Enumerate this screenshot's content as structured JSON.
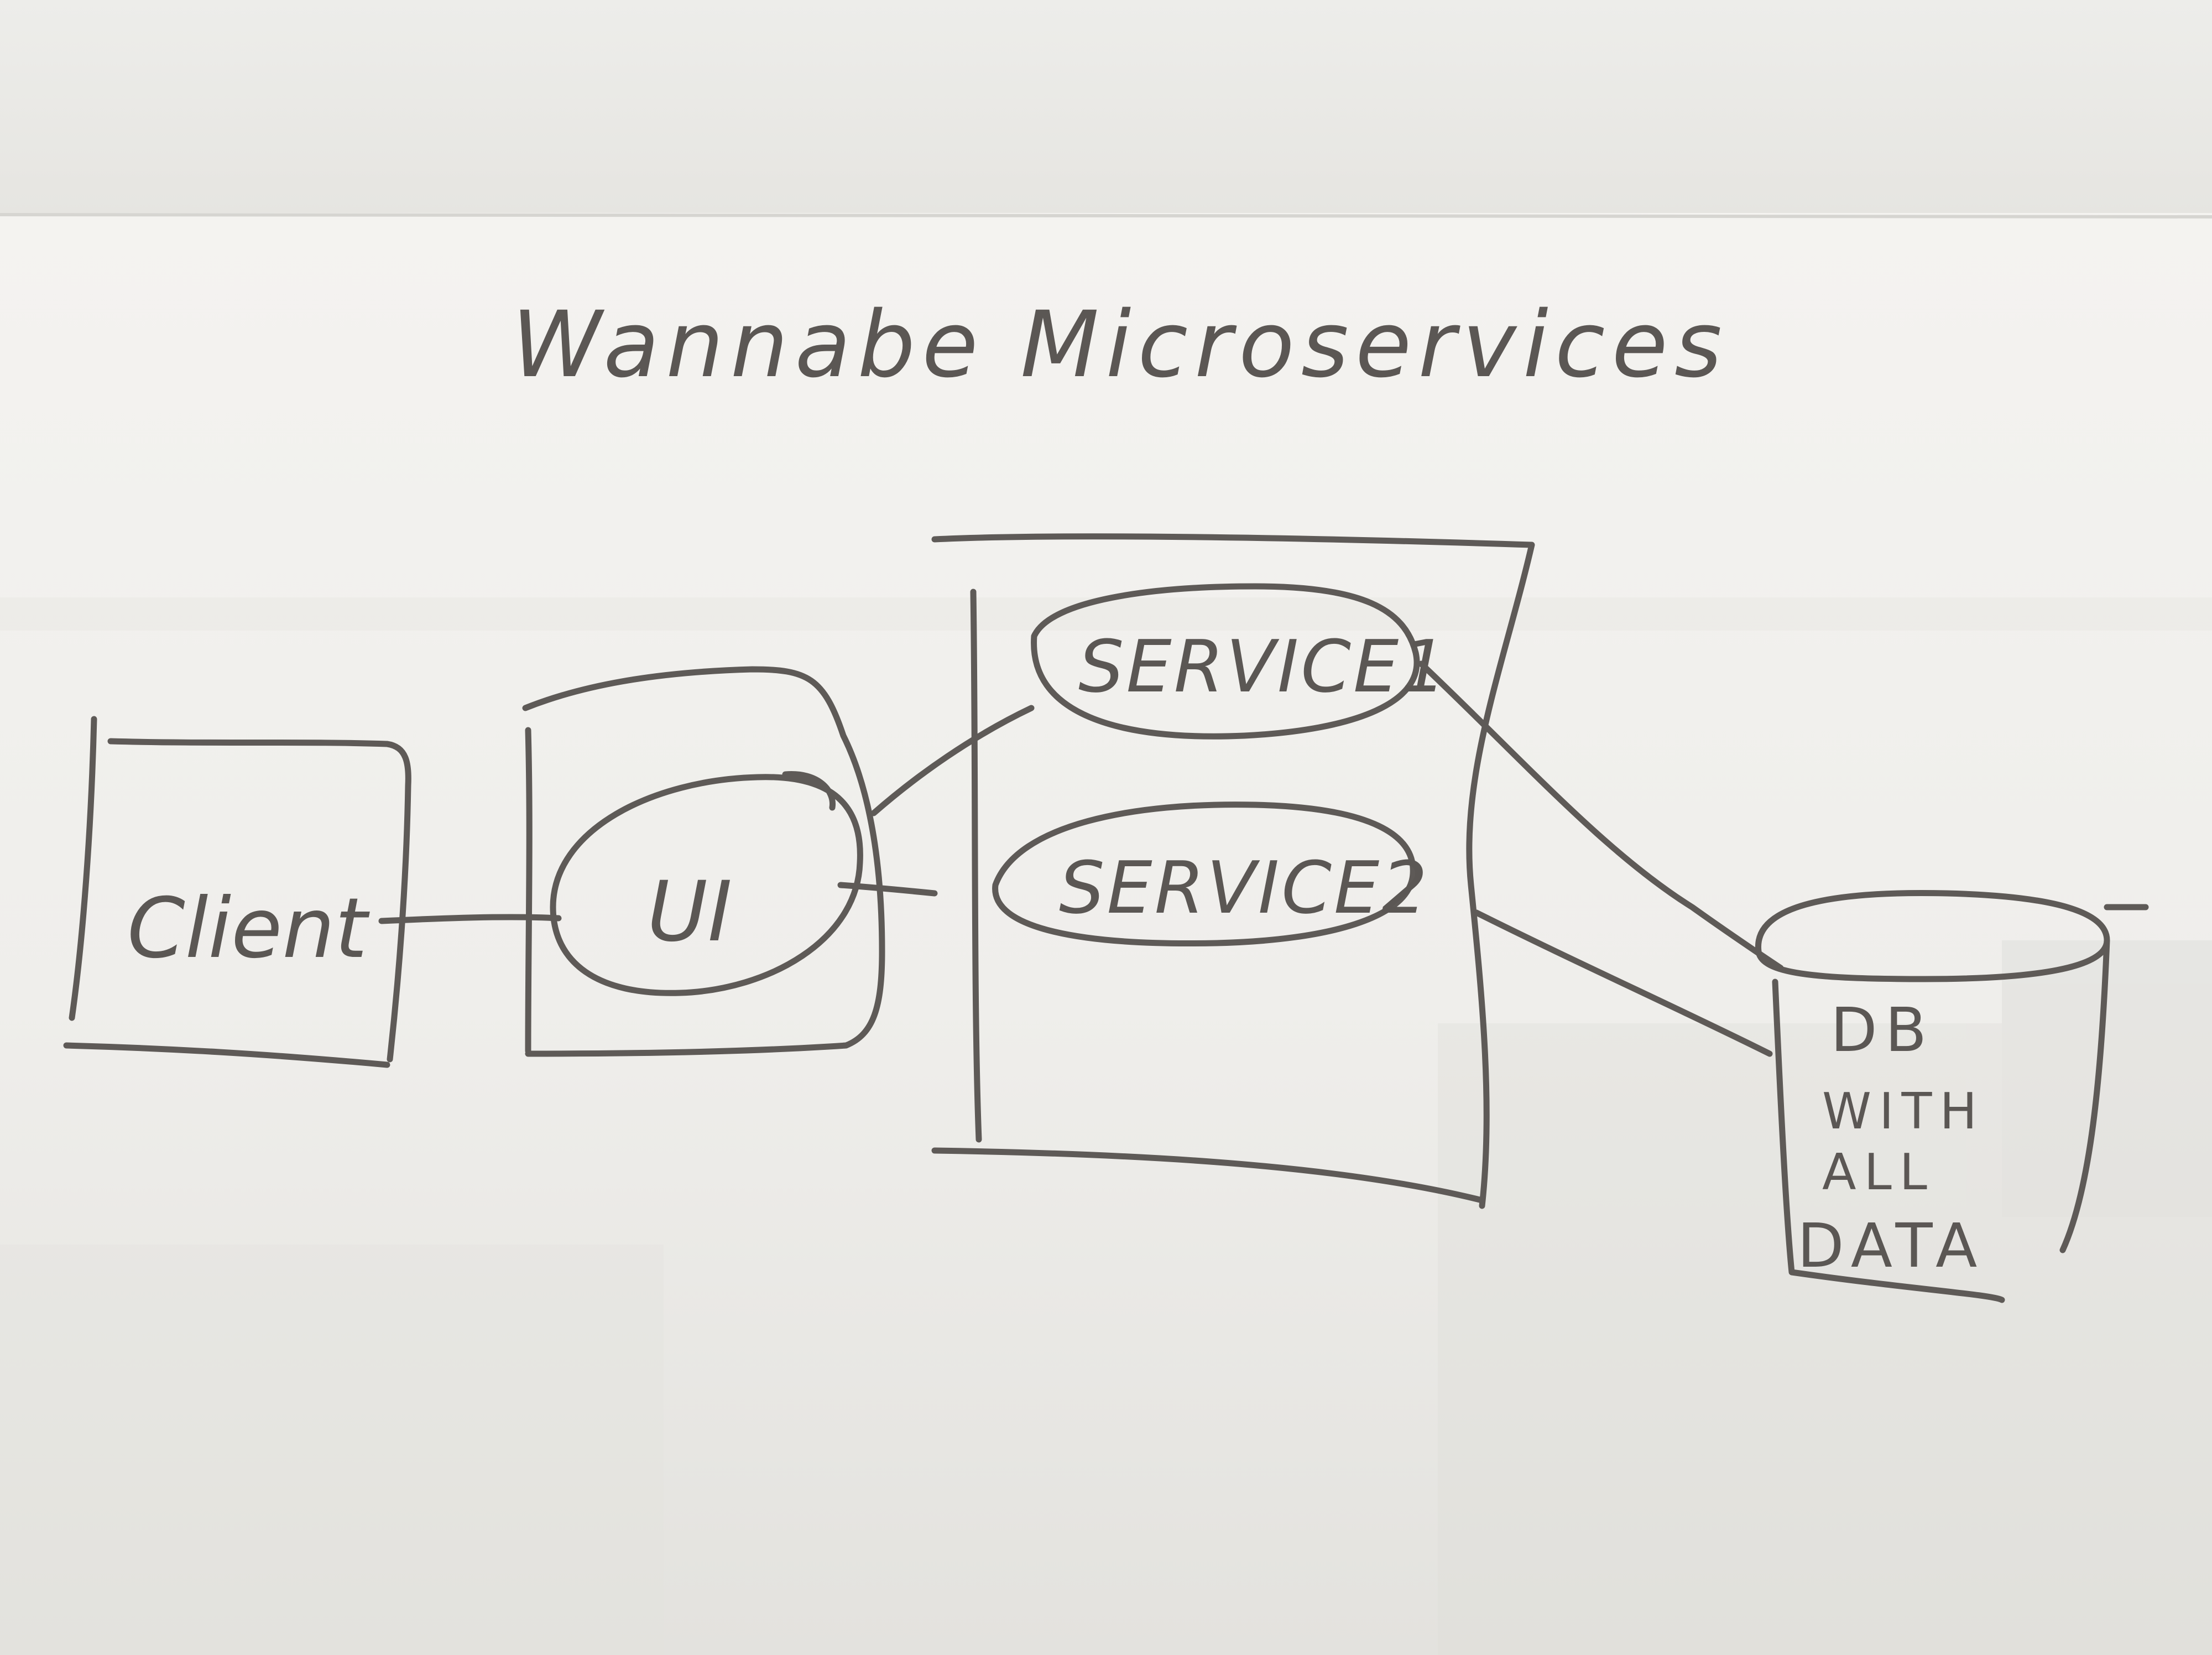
{
  "title": "Wannabe Microservices",
  "nodes": {
    "client": "Client",
    "ui": "UI",
    "service1": "SERVICE1",
    "service2": "SERVICE2",
    "db": [
      "DB",
      "WITH",
      "ALL",
      "DATA"
    ]
  },
  "edges": [
    {
      "from": "client",
      "to": "ui"
    },
    {
      "from": "ui",
      "to": "service1"
    },
    {
      "from": "ui",
      "to": "service2"
    },
    {
      "from": "service1",
      "to": "db"
    },
    {
      "from": "service2",
      "to": "db"
    }
  ],
  "colors": {
    "ink": "#5e5a57",
    "board": "#f2f1ee",
    "wall": "#ecebe7"
  }
}
